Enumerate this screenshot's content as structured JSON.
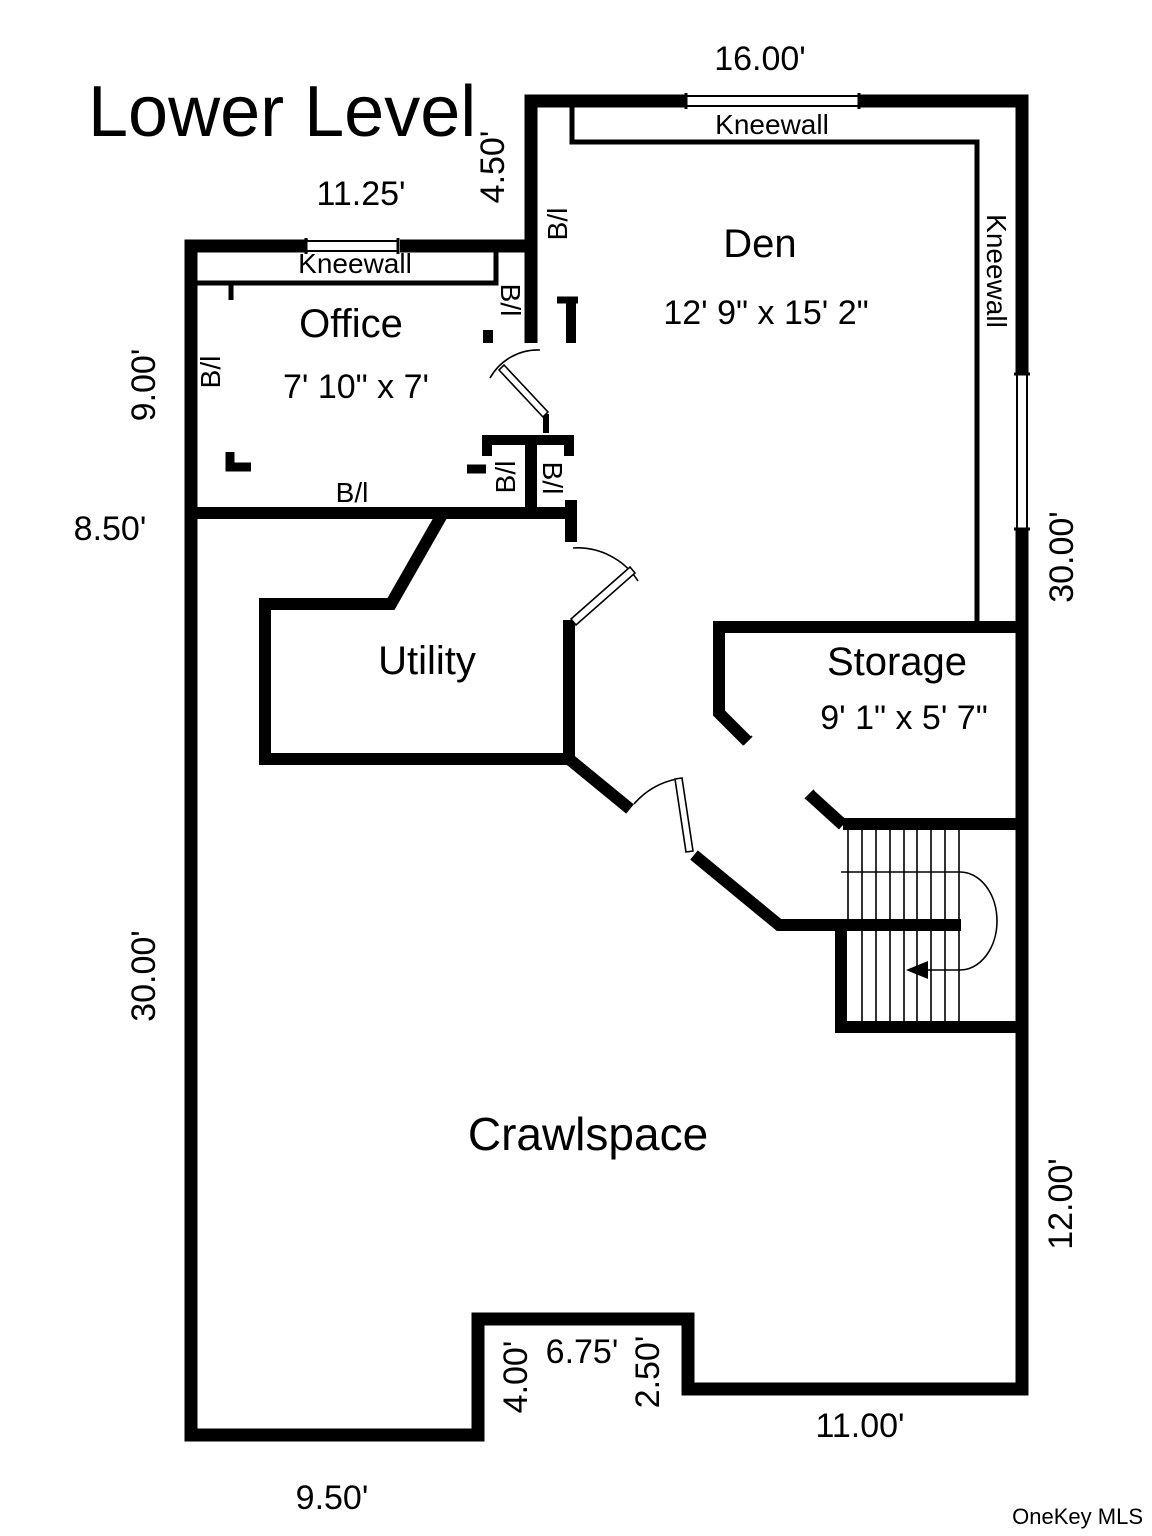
{
  "title": "Lower Level",
  "watermark": "OneKey MLS",
  "colors": {
    "wall": "#000000",
    "watermark": "#b3b3b3",
    "background": "#ffffff"
  },
  "rooms": {
    "office": {
      "name": "Office",
      "dims": "7' 10\" x 7'"
    },
    "den": {
      "name": "Den",
      "dims": "12' 9\" x 15' 2\""
    },
    "utility": {
      "name": "Utility"
    },
    "storage": {
      "name": "Storage",
      "dims": "9' 1\" x 5' 7\""
    },
    "crawlspace": {
      "name": "Crawlspace"
    }
  },
  "wall_labels": {
    "kneewall": "Kneewall",
    "built_in": "B/l"
  },
  "dimensions": {
    "den_top": "16.00'",
    "office_top": "11.25'",
    "den_left": "4.50'",
    "office_left": "9.00'",
    "office_bottom": "8.50'",
    "crawl_left": "30.00'",
    "right_upper": "30.00'",
    "right_lower": "12.00'",
    "notch_left": "4.00'",
    "notch_top": "6.75'",
    "notch_right": "2.50'",
    "bottom_right": "11.00'",
    "bottom_left": "9.50'"
  }
}
